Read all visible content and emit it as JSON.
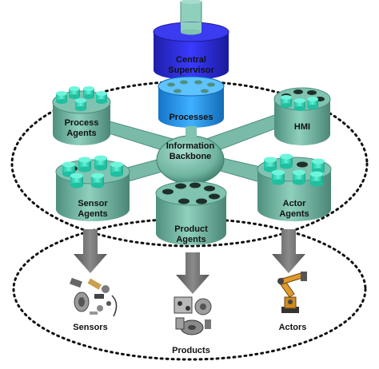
{
  "diagram": {
    "central_supervisor": {
      "line1": "Central",
      "line2": "Supervisor"
    },
    "processes": "Processes",
    "backbone": {
      "line1": "Information",
      "line2": "Backbone"
    },
    "process_agents": {
      "line1": "Process",
      "line2": "Agents"
    },
    "hmi": "HMI",
    "sensor_agents": {
      "line1": "Sensor",
      "line2": "Agents"
    },
    "product_agents": {
      "line1": "Product",
      "line2": "Agents"
    },
    "actor_agents": {
      "line1": "Actor",
      "line2": "Agents"
    },
    "sensors": "Sensors",
    "products": "Products",
    "actors": "Actors"
  },
  "colors": {
    "hub": "#7fc3b0",
    "hub_dark": "#4f8f7e",
    "module_cyan": "#35e0c0",
    "supervisor_blue": "#2b2bd6",
    "processes_blue": "#1b8fe8",
    "arrow": "#6e6e6e",
    "dotted_ring": "#111111"
  }
}
